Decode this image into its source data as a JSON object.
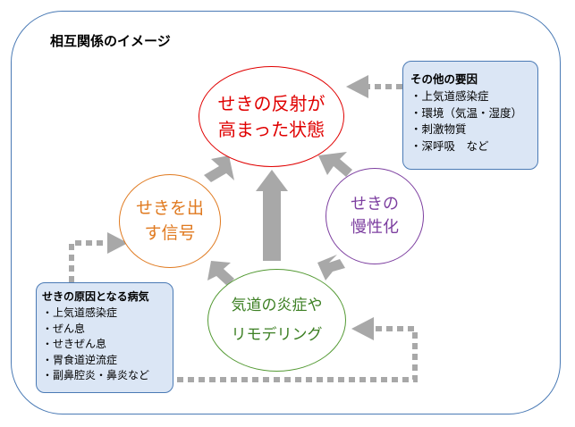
{
  "title": "相互関係のイメージ",
  "nodes": {
    "reflex": {
      "line1": "せきの反射が",
      "line2": "高まった状態"
    },
    "signal": {
      "line1": "せきを出",
      "line2": "す信号"
    },
    "chronic": {
      "line1": "せきの",
      "line2": "慢性化"
    },
    "inflammation": {
      "line1": "気道の炎症や",
      "line2": "リモデリング"
    }
  },
  "other_factors": {
    "heading": "その他の要因",
    "items": [
      "・上気道感染症",
      "・環境（気温・湿度）",
      "・刺激物質",
      "・深呼吸　など"
    ]
  },
  "causes": {
    "heading": "せきの原因となる病気",
    "items": [
      "・上気道感染症",
      "・ぜん息",
      "・せきぜん息",
      "・胃食道逆流症",
      "・副鼻腔炎・鼻炎など"
    ]
  },
  "colors": {
    "frame": "#4a7ab5",
    "box_fill": "#dbe6f5",
    "reflex": "#e00000",
    "signal": "#e07a20",
    "chronic": "#7d3fa0",
    "inflammation": "#549a34",
    "arrow": "#a8a8a8"
  }
}
